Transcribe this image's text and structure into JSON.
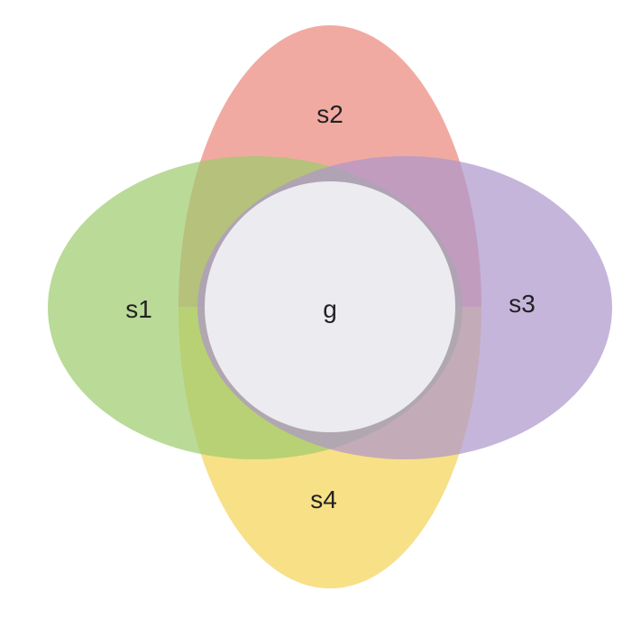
{
  "diagram": {
    "sets": [
      {
        "id": "s1",
        "label": "s1",
        "color": "#9ccb6c"
      },
      {
        "id": "s2",
        "label": "s2",
        "color": "#ec8e83"
      },
      {
        "id": "s3",
        "label": "s3",
        "color": "#ad96cc"
      },
      {
        "id": "s4",
        "label": "s4",
        "color": "#faf17d"
      }
    ],
    "center": {
      "label": "g",
      "color": "#ecebf0"
    }
  }
}
